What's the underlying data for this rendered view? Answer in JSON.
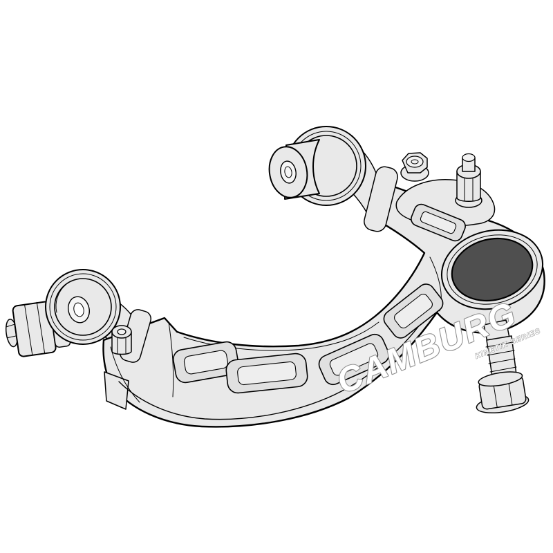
{
  "page": {
    "background": "#ffffff",
    "description": "Line-art technical illustration of a billet aluminum upper control arm with uniball pivots, ball joint cap, bolts and Camburg Kinetik series logo"
  },
  "logo": {
    "primary": "CAMBURG",
    "series": "KINETIK SERIES"
  },
  "colors": {
    "outline": "#000000",
    "body": "#e9e9e9",
    "pocket": "#e0e0e0",
    "pocket_floor": "#eeeeee",
    "cap": "#4f4f4f",
    "bore": "#f6f6f6",
    "logo_fill": "#ffffff",
    "logo_outline": "#8f8f8f"
  },
  "parts": [
    {
      "name": "upper-uniball-pivot"
    },
    {
      "name": "left-uniball-pivot"
    },
    {
      "name": "hex-jam-nut"
    },
    {
      "name": "arm-body"
    },
    {
      "name": "milled-pockets"
    },
    {
      "name": "ball-joint-cap"
    },
    {
      "name": "ball-joint-stud"
    },
    {
      "name": "grease-fitting"
    },
    {
      "name": "mount-bolts"
    }
  ]
}
